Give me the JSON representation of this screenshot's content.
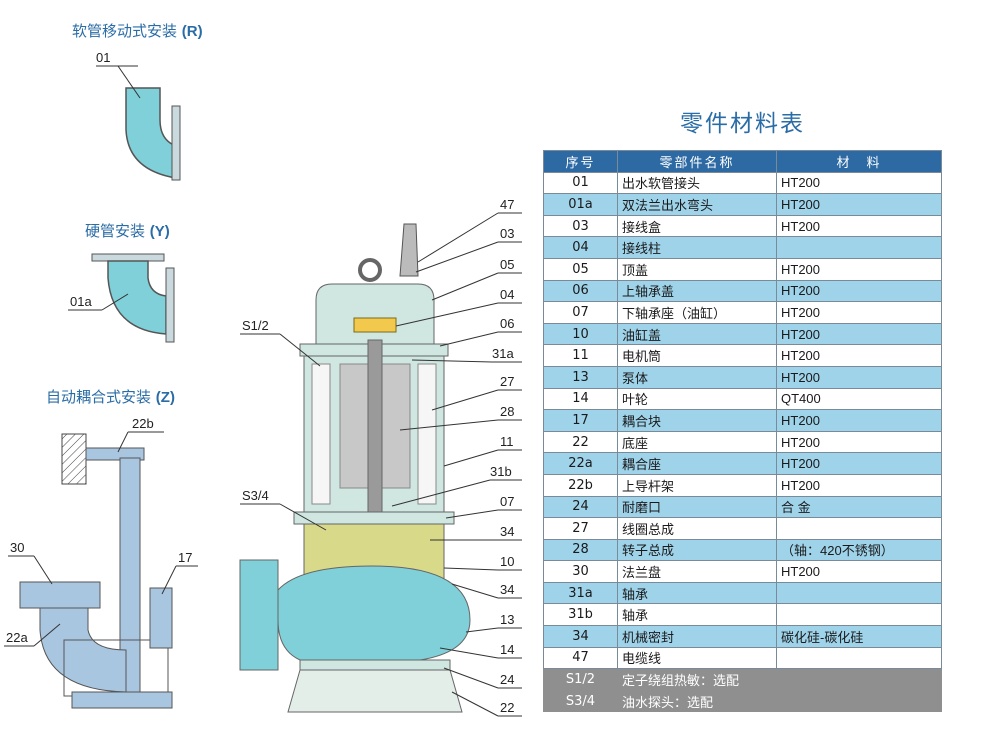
{
  "labels": {
    "hose_install": "软管移动式安装",
    "hose_code": "(R)",
    "hard_install": "硬管安装",
    "hard_code": "(Y)",
    "auto_install": "自动耦合式安装",
    "auto_code": "(Z)"
  },
  "callouts": {
    "hose": "01",
    "hard": "01a",
    "auto": [
      "22b",
      "30",
      "17",
      "22a"
    ],
    "pump_right": [
      "47",
      "03",
      "05",
      "04",
      "06",
      "31a",
      "27",
      "28",
      "11",
      "31b",
      "07",
      "34",
      "10",
      "34",
      "13",
      "14",
      "24",
      "22"
    ],
    "pump_left": [
      "S1/2",
      "S3/4"
    ]
  },
  "table": {
    "title": "零件材料表",
    "headers": [
      "序号",
      "零部件名称",
      "材　料"
    ],
    "rows": [
      {
        "no": "01",
        "name": "出水软管接头",
        "material": "HT200"
      },
      {
        "no": "01a",
        "name": "双法兰出水弯头",
        "material": "HT200"
      },
      {
        "no": "03",
        "name": "接线盒",
        "material": "HT200"
      },
      {
        "no": "04",
        "name": "接线柱",
        "material": ""
      },
      {
        "no": "05",
        "name": "顶盖",
        "material": "HT200"
      },
      {
        "no": "06",
        "name": "上轴承盖",
        "material": "HT200"
      },
      {
        "no": "07",
        "name": "下轴承座（油缸）",
        "material": "HT200"
      },
      {
        "no": "10",
        "name": "油缸盖",
        "material": "HT200"
      },
      {
        "no": "11",
        "name": "电机筒",
        "material": "HT200"
      },
      {
        "no": "13",
        "name": "泵体",
        "material": "HT200"
      },
      {
        "no": "14",
        "name": "叶轮",
        "material": "QT400"
      },
      {
        "no": "17",
        "name": "耦合块",
        "material": "HT200"
      },
      {
        "no": "22",
        "name": "底座",
        "material": "HT200"
      },
      {
        "no": "22a",
        "name": "耦合座",
        "material": "HT200"
      },
      {
        "no": "22b",
        "name": "上导杆架",
        "material": "HT200"
      },
      {
        "no": "24",
        "name": "耐磨口",
        "material": "合 金"
      },
      {
        "no": "27",
        "name": "线圈总成",
        "material": ""
      },
      {
        "no": "28",
        "name": "转子总成",
        "material": "（轴：420不锈钢）"
      },
      {
        "no": "30",
        "name": "法兰盘",
        "material": "HT200"
      },
      {
        "no": "31a",
        "name": "轴承",
        "material": ""
      },
      {
        "no": "31b",
        "name": "轴承",
        "material": ""
      },
      {
        "no": "34",
        "name": "机械密封",
        "material": "碳化硅-碳化硅"
      },
      {
        "no": "47",
        "name": "电缆线",
        "material": ""
      }
    ],
    "notes": [
      {
        "no": "S1/2",
        "text": "定子绕组热敏：选配"
      },
      {
        "no": "S3/4",
        "text": "油水探头：选配"
      }
    ]
  },
  "colors": {
    "accent": "#2a6ca6",
    "header": "#2d6aa4",
    "row_alt": "#9fd3ea",
    "note": "#8f8f8f",
    "water": "#7fd0d8",
    "oil": "#d9d98a",
    "body": "#cfe7e0"
  }
}
